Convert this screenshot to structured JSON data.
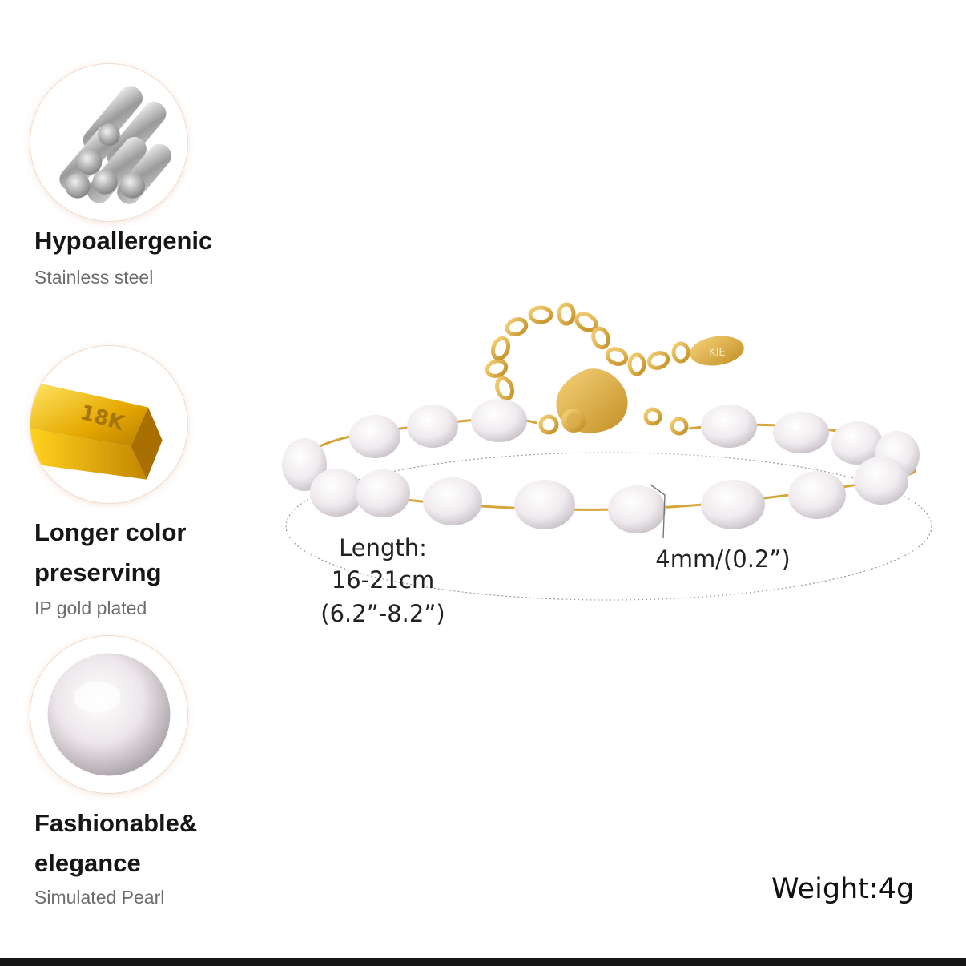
{
  "features": [
    {
      "title": "Hypoallergenic",
      "subtitle": "Stainless steel",
      "icon": "steel-rods-icon"
    },
    {
      "title_line1": "Longer color",
      "title_line2": "preserving",
      "subtitle": "IP gold plated",
      "icon": "gold-bar-icon",
      "icon_label": "18K"
    },
    {
      "title_line1": "Fashionable&",
      "title_line2": "elegance",
      "subtitle": "Simulated Pearl",
      "icon": "pearl-icon"
    }
  ],
  "product": {
    "length_label": "Length:",
    "length_cm": "16-21cm",
    "length_in": "(6.2”-8.2”)",
    "pearl_size": "4mm/(0.2”)",
    "tag_text": "KIE",
    "weight": "Weight:4g"
  },
  "colors": {
    "gold": "#d4a63a",
    "pearl": "#f3eff2",
    "circle_border": "#f2dccd"
  }
}
